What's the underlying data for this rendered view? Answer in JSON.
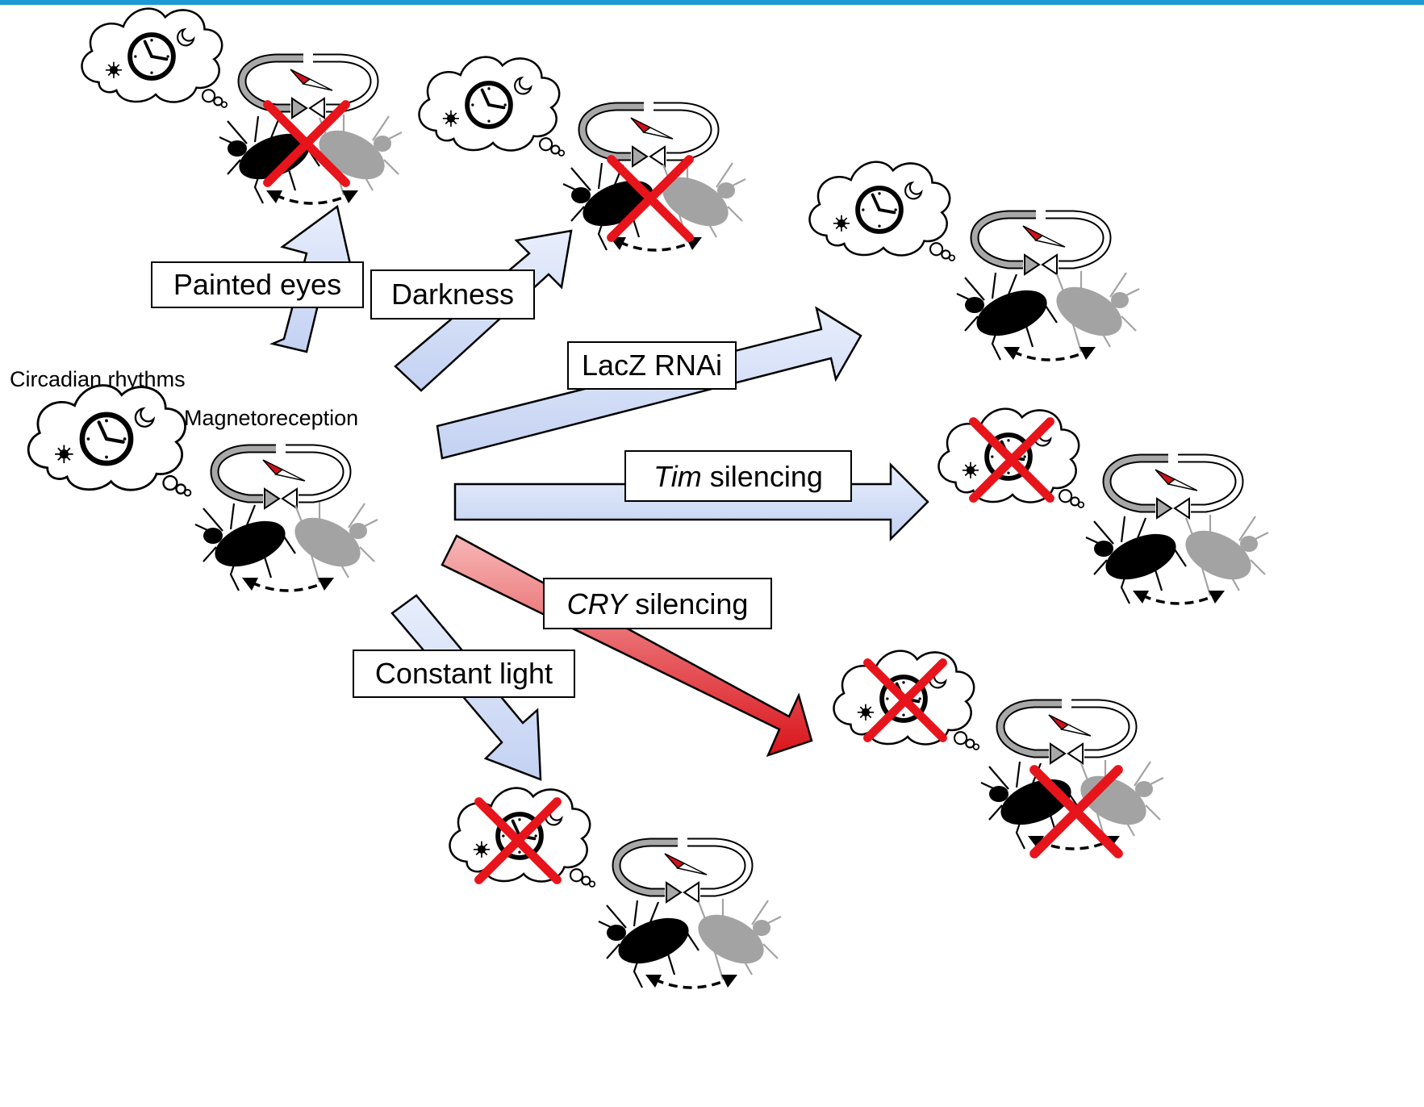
{
  "colors": {
    "top_bar": "#1b9ad6",
    "arrow_fill": "#c9d6f4",
    "arrow_highlight": "#e8eefc",
    "arrow_stroke": "#000000",
    "cry_arrow_light": "#f7b7b7",
    "cry_arrow_dark": "#d9141b",
    "cross": "#e8141b",
    "insect_dark": "#000000",
    "insect_light": "#a3a3a3",
    "compass_red": "#d0101a"
  },
  "center": {
    "circadian_label": "Circadian rhythms",
    "magneto_label": "Magnetoreception"
  },
  "treatments": {
    "painted_eyes": {
      "label": "Painted eyes",
      "clock_blocked": false,
      "magneto_blocked": true
    },
    "darkness": {
      "label": "Darkness",
      "clock_blocked": false,
      "magneto_blocked": true
    },
    "lacz": {
      "label": "LacZ RNAi",
      "clock_blocked": false,
      "magneto_blocked": false
    },
    "tim": {
      "label_italic": "Tim",
      "label_rest": " silencing",
      "clock_blocked": true,
      "magneto_blocked": false
    },
    "cry": {
      "label_italic": "CRY",
      "label_rest": " silencing",
      "clock_blocked": true,
      "magneto_blocked": true
    },
    "constant_light": {
      "label": "Constant light",
      "clock_blocked": true,
      "magneto_blocked": false
    }
  },
  "icons": {
    "clock": "clock-icon",
    "sun": "sun-icon",
    "moon": "moon-icon",
    "compass": "compass-icon",
    "insect": "cockroach-icon",
    "cross": "cross-icon"
  }
}
